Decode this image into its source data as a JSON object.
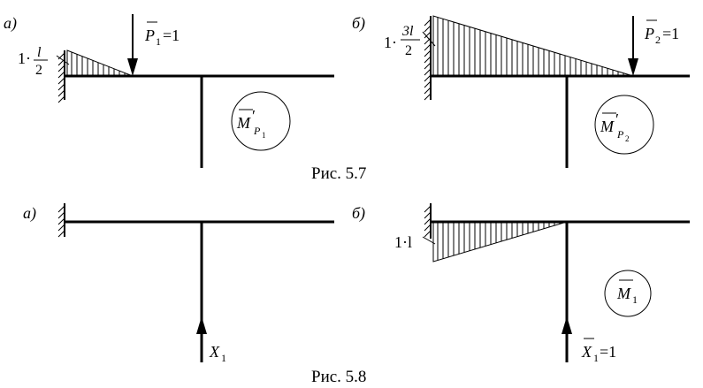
{
  "figure_5_7": {
    "caption": "Рис.  5.7",
    "panel_a": {
      "label": "а)",
      "moment_value_coef": "1·",
      "moment_value_num": "l",
      "moment_value_den": "2",
      "force_symbol": "P",
      "force_subscript": "1",
      "force_value": "=1",
      "diagram_symbol": "M",
      "diagram_prime": "′",
      "diagram_sub_main": "P",
      "diagram_sub_index": "1"
    },
    "panel_b": {
      "label": "б)",
      "moment_value_coef": "1·",
      "moment_value_num": "3l",
      "moment_value_den": "2",
      "force_symbol": "P",
      "force_subscript": "2",
      "force_value": "=1",
      "diagram_symbol": "M",
      "diagram_prime": "′",
      "diagram_sub_main": "P",
      "diagram_sub_index": "2"
    }
  },
  "figure_5_8": {
    "caption": "Рис.  5.8",
    "panel_a": {
      "label": "а)",
      "force_symbol": "X",
      "force_subscript": "1"
    },
    "panel_b": {
      "label": "б)",
      "moment_value": "1·l",
      "force_symbol": "X",
      "force_subscript": "1",
      "force_value": "=1",
      "diagram_symbol": "M",
      "diagram_subscript": "1"
    }
  }
}
